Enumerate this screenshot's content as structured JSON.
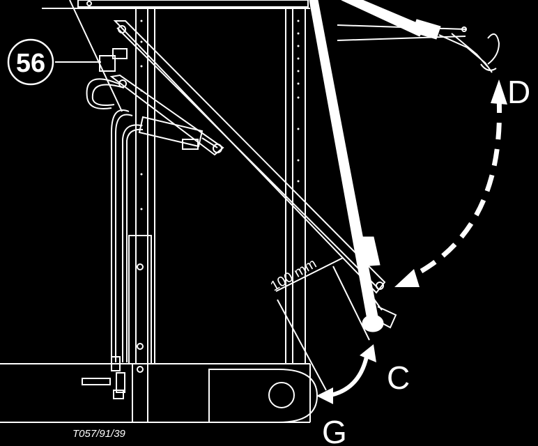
{
  "callout": {
    "number": "56"
  },
  "labels": {
    "position_d": "D",
    "position_c": "C",
    "position_g": "G"
  },
  "dimension": {
    "text": "100 mm"
  },
  "drawing_code": "T057/91/39"
}
